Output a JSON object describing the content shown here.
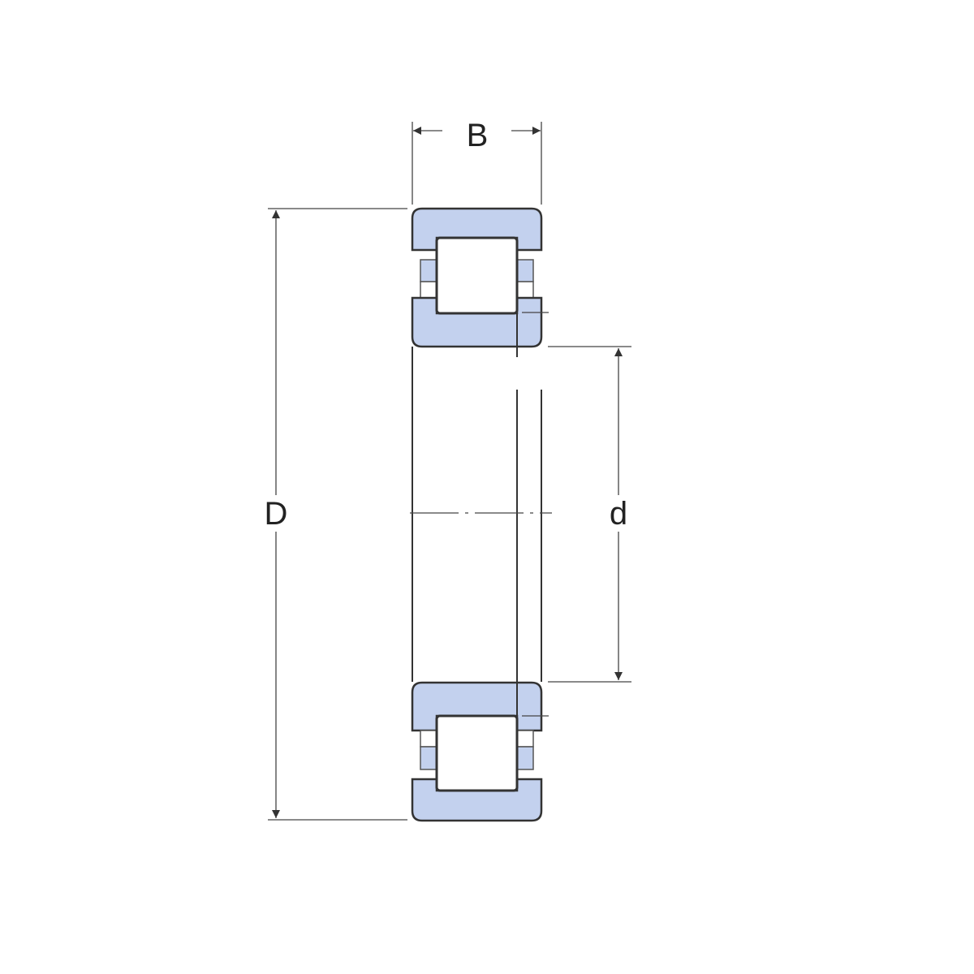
{
  "diagram": {
    "labels": {
      "width": "B",
      "outer_diameter": "D",
      "bore_diameter": "d"
    },
    "colors": {
      "ring_fill": "#c3d1ee",
      "outline": "#333333",
      "background": "#ffffff"
    }
  }
}
